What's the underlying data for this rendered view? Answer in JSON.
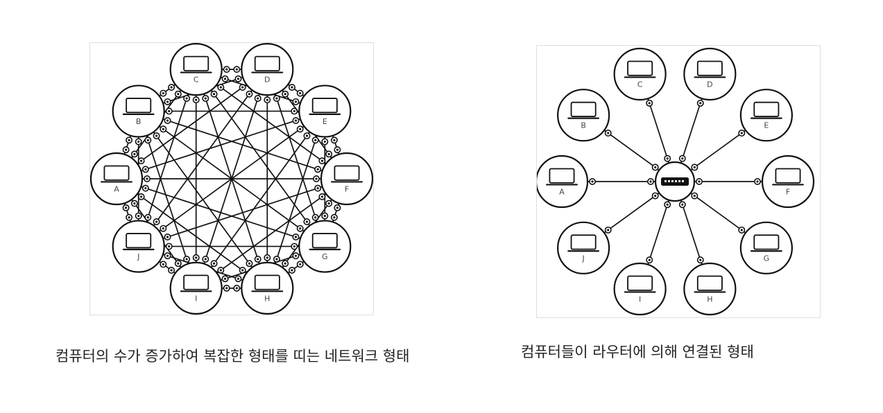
{
  "mesh": {
    "caption": "컴퓨터의 수가 증가하여 복잡한 형태를 띠는 네트워크 형태",
    "nodes": [
      "A",
      "B",
      "C",
      "D",
      "E",
      "F",
      "G",
      "H",
      "I",
      "J"
    ]
  },
  "star": {
    "caption": "컴퓨터들이 라우터에 의해 연결된 형태",
    "nodes": [
      "A",
      "B",
      "C",
      "D",
      "E",
      "F",
      "G",
      "H",
      "I",
      "J"
    ],
    "hub_icon": "router-icon"
  },
  "icons": {
    "node": "laptop-icon",
    "connector": "plug-icon"
  },
  "colors": {
    "stroke": "#111111",
    "panel_border": "#dedede",
    "text": "#222222"
  }
}
